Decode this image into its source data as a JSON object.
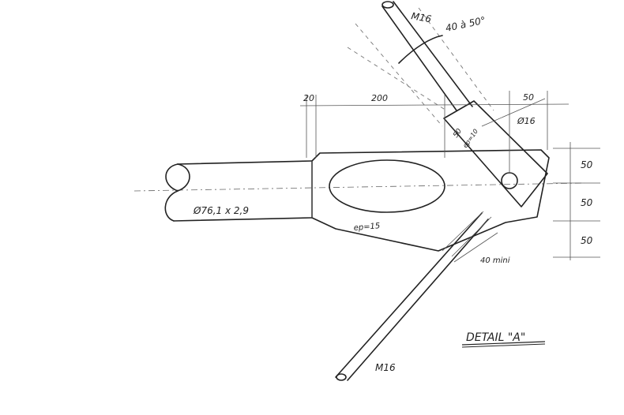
{
  "labels": {
    "rod_top": "M16",
    "angle": "40 à 50°",
    "dim_20": "20",
    "dim_200": "200",
    "dim_50_top": "50",
    "bore": "Ø16",
    "dim_50_clevis": "50",
    "clevis_thickness": "ep=10",
    "tube": "Ø76,1 x 2,9",
    "plate_thickness": "ep=15",
    "dim_50_right_1": "50",
    "dim_50_right_2": "50",
    "dim_50_right_3": "50",
    "weld_min": "40 mini",
    "rod_bottom": "M16",
    "detail": "DETAIL \"A\""
  }
}
